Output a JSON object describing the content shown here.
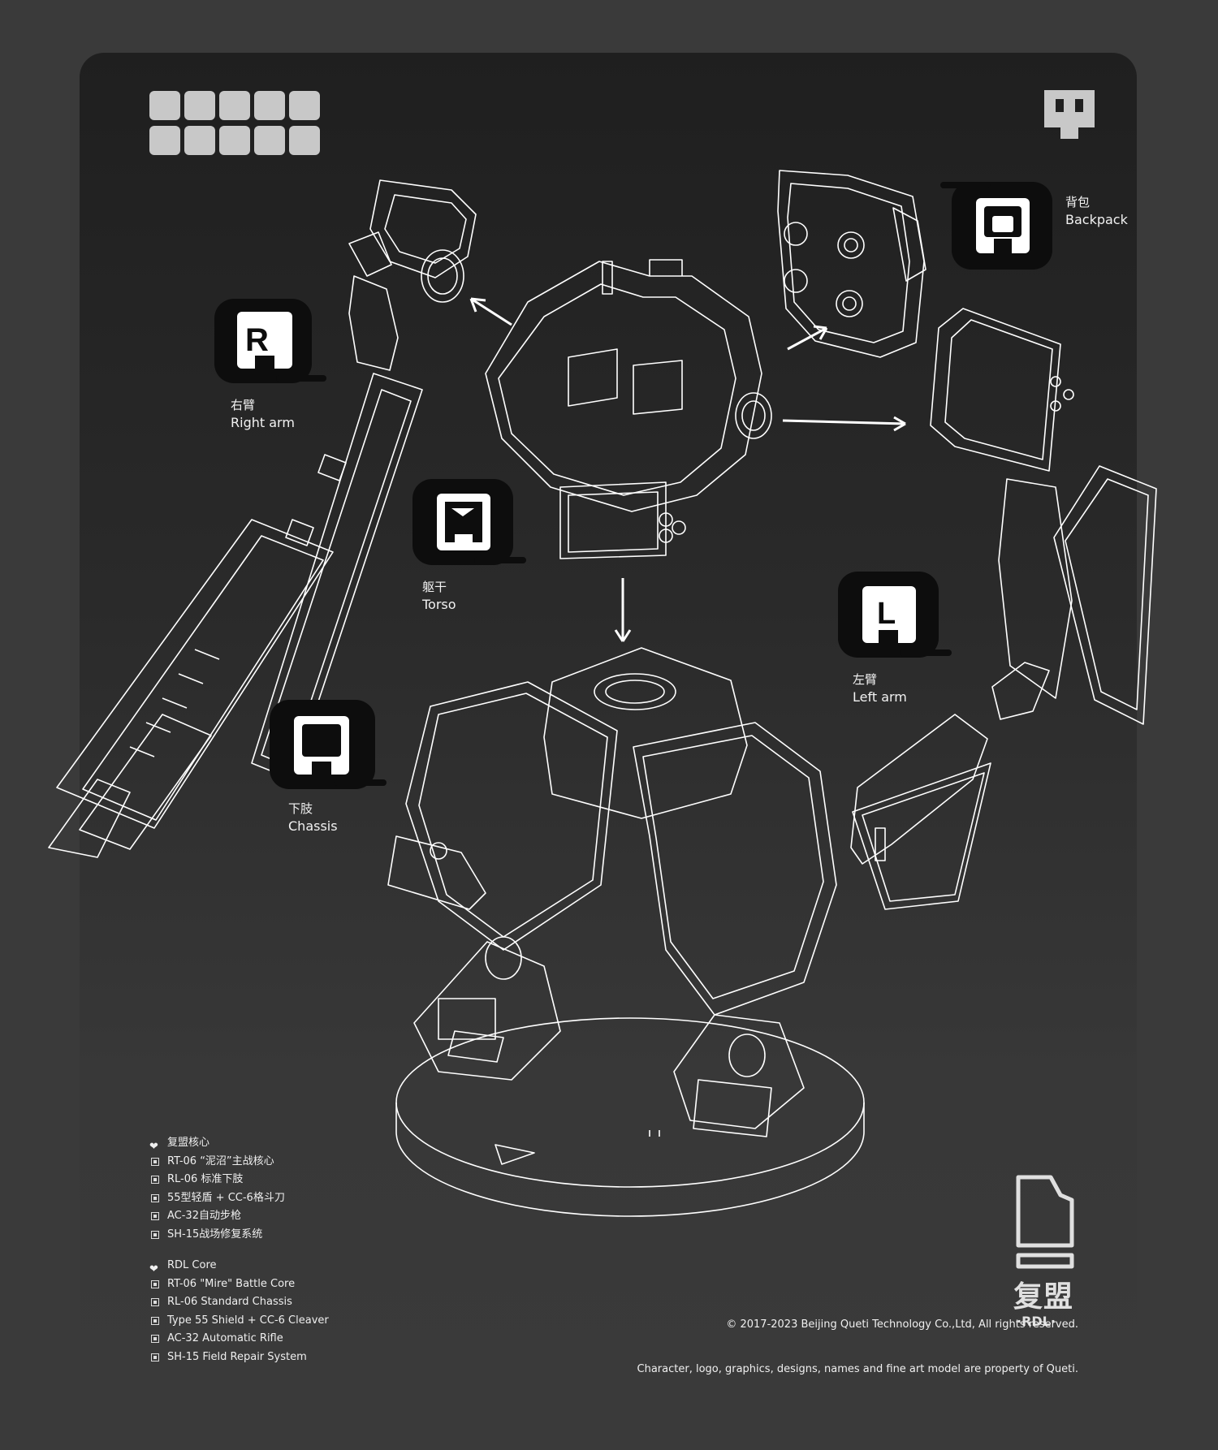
{
  "parts": {
    "right_arm": {
      "zh": "右臂",
      "en": "Right arm",
      "badge_letter": "R"
    },
    "torso": {
      "zh": "躯干",
      "en": "Torso"
    },
    "backpack": {
      "zh": "背包",
      "en": "Backpack"
    },
    "left_arm": {
      "zh": "左臂",
      "en": "Left arm",
      "badge_letter": "L"
    },
    "chassis": {
      "zh": "下肢",
      "en": "Chassis"
    }
  },
  "list_zh": {
    "title": "复盟核心",
    "items": [
      "RT-06 “泥沼”主战核心",
      "RL-06 标准下肢",
      "55型轻盾 + CC-6格斗刀",
      "AC-32自动步枪",
      "SH-15战场修复系统"
    ]
  },
  "list_en": {
    "title": "RDL Core",
    "items": [
      "RT-06 \"Mire\" Battle Core",
      "RL-06 Standard Chassis",
      "Type 55 Shield + CC-6 Cleaver",
      "AC-32 Automatic Rifle",
      "SH-15 Field Repair System"
    ]
  },
  "logo": {
    "zh": "复盟",
    "en": "·RDL·"
  },
  "copyright": {
    "line1": "© 2017-2023 Beijing Queti Technology Co.,Ltd, All rights reserved.",
    "line2": "Character, logo, graphics, designs, names and fine art model are property of Queti."
  },
  "colors": {
    "background": "#3a3a3a",
    "panel_top": "#1f1f1f",
    "line_art": "#ffffff",
    "badge": "#0d0d0d"
  },
  "icons": [
    "tile-grid-logo",
    "torso-glyph-icon",
    "right-arm-badge-icon",
    "backpack-badge-icon",
    "torso-badge-icon",
    "left-arm-badge-icon",
    "chassis-badge-icon",
    "direction-arrow-icon",
    "rdl-logo-icon"
  ]
}
